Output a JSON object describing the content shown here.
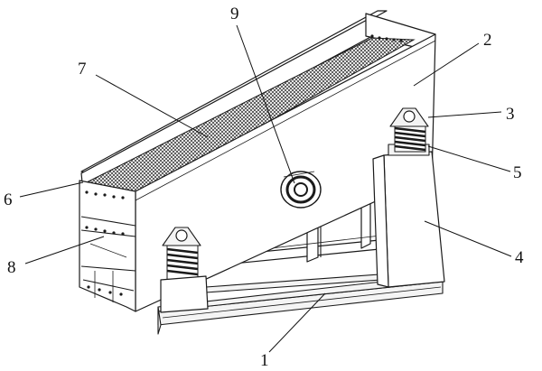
{
  "diagram": {
    "callouts": [
      {
        "id": "c1",
        "text": "1"
      },
      {
        "id": "c2",
        "text": "2"
      },
      {
        "id": "c3",
        "text": "3"
      },
      {
        "id": "c4",
        "text": "4"
      },
      {
        "id": "c5",
        "text": "5"
      },
      {
        "id": "c6",
        "text": "6"
      },
      {
        "id": "c7",
        "text": "7"
      },
      {
        "id": "c8",
        "text": "8"
      },
      {
        "id": "c9",
        "text": "9"
      }
    ]
  }
}
